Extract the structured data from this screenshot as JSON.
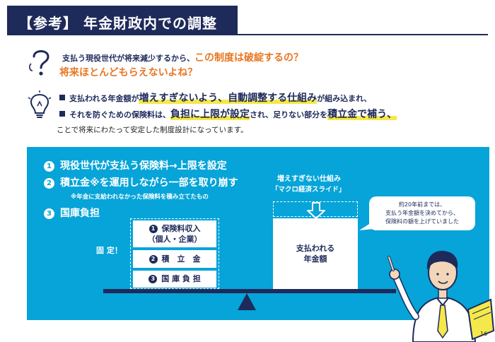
{
  "title": "【参考】 年金財政内での調整",
  "question": {
    "line1_lead": "支払う現役世代が将来減少するから、",
    "line1_highlight": "この制度は破綻するの？",
    "line2": "将来ほとんどもらえないよね？"
  },
  "bullets": [
    {
      "t1": "支払われる年金額が",
      "em": "増えすぎないよう、自動調整する仕組み",
      "t2": "が組み込まれ、",
      "em2": "",
      "t3": ""
    },
    {
      "t1": "それを防ぐための保険料は、",
      "em": "負担に上限が設定",
      "t2": "され、足りない部分を",
      "em2": "積立金で補う、",
      "t3": ""
    }
  ],
  "note": "ことで将来にわたって安定した制度設計になっています。",
  "panel": {
    "items": [
      {
        "num": "1",
        "text": "現役世代が支払う保険料→上限を設定"
      },
      {
        "num": "2",
        "text": "積立金※を運用しながら一部を取り崩す"
      },
      {
        "num": "3",
        "text": "国庫負担"
      }
    ],
    "item2_note": "※年金に支給われなかった保険料を積み立てたもの",
    "fixed_label": "固 定！",
    "stack": [
      {
        "num": "1",
        "line1": "保険料収入",
        "line2": "（個人・企業）"
      },
      {
        "num": "2",
        "line1": "積　立　金"
      },
      {
        "num": "3",
        "line1": "国 庫 負 担"
      }
    ],
    "mechanism_line1": "増えすぎない仕組み",
    "mechanism_line2": "「マクロ経済スライド」",
    "benefit_line1": "支払われる",
    "benefit_line2": "年金額",
    "bubble": [
      "約20年前までは、",
      "支払う年金額を決めてから、",
      "保険料の額を上げていました"
    ]
  },
  "page_number": "16",
  "colors": {
    "navy": "#1d2a5a",
    "orange": "#e87722",
    "panel_blue": "#06a4d8",
    "highlight": "#f5e84a"
  }
}
